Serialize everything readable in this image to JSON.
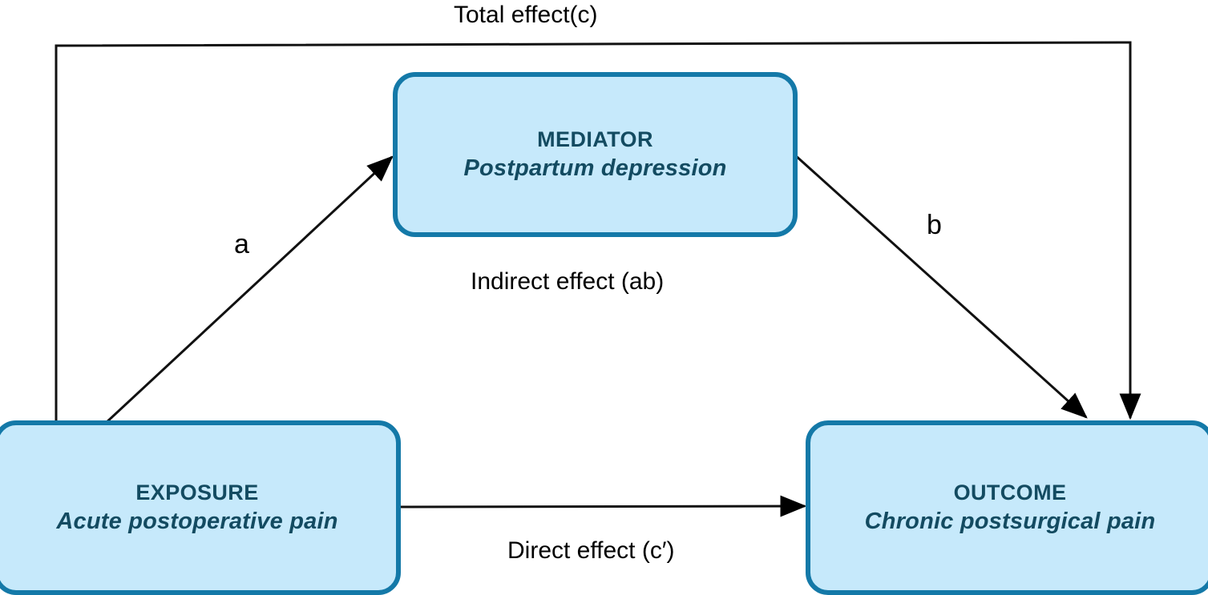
{
  "diagram": {
    "title": "Mediation model diagram",
    "colors": {
      "node_fill": "#c6e9fb",
      "node_border": "#1479a8",
      "node_text": "#134b61",
      "edge": "#000000",
      "background": "#ffffff"
    },
    "nodes": [
      {
        "id": "mediator",
        "role": "MEDIATOR",
        "name": "Postpartum depression"
      },
      {
        "id": "exposure",
        "role": "EXPOSURE",
        "name": "Acute postoperative pain"
      },
      {
        "id": "outcome",
        "role": "OUTCOME",
        "name": "Chronic postsurgical pain"
      }
    ],
    "edges": [
      {
        "id": "total-effect",
        "label": "Total effect(c)",
        "from": "exposure",
        "to": "outcome",
        "routing": "orthogonal-top"
      },
      {
        "id": "path-a",
        "label": "a",
        "from": "exposure",
        "to": "mediator",
        "routing": "diagonal"
      },
      {
        "id": "path-b",
        "label": "b",
        "from": "mediator",
        "to": "outcome",
        "routing": "diagonal"
      },
      {
        "id": "indirect-effect",
        "label": "Indirect effect (ab)",
        "from": "exposure",
        "to": "outcome",
        "routing": "via-mediator"
      },
      {
        "id": "direct-effect",
        "label": "Direct effect (c′)",
        "from": "exposure",
        "to": "outcome",
        "routing": "horizontal"
      }
    ]
  }
}
